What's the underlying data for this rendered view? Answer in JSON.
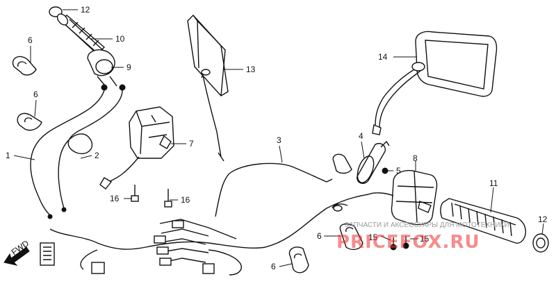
{
  "callouts": [
    {
      "id": "c12a",
      "text": "12"
    },
    {
      "id": "c10",
      "text": "10"
    },
    {
      "id": "c6a",
      "text": "6"
    },
    {
      "id": "c9",
      "text": "9"
    },
    {
      "id": "c6b",
      "text": "6"
    },
    {
      "id": "c1",
      "text": "1"
    },
    {
      "id": "c2",
      "text": "2"
    },
    {
      "id": "c7",
      "text": "7"
    },
    {
      "id": "c16a",
      "text": "16"
    },
    {
      "id": "c16b",
      "text": "16"
    },
    {
      "id": "c13",
      "text": "13"
    },
    {
      "id": "c3",
      "text": "3"
    },
    {
      "id": "c14",
      "text": "14"
    },
    {
      "id": "c4",
      "text": "4"
    },
    {
      "id": "c5",
      "text": "5"
    },
    {
      "id": "c8",
      "text": "8"
    },
    {
      "id": "c11",
      "text": "11"
    },
    {
      "id": "c12b",
      "text": "12"
    },
    {
      "id": "c6c",
      "text": "6"
    },
    {
      "id": "c15a",
      "text": "15"
    },
    {
      "id": "c15b",
      "text": "15"
    },
    {
      "id": "c6d",
      "text": "6"
    }
  ],
  "fwd_label": "FWD",
  "watermark": {
    "caption": "ЗАПЧАСТИ И АКСЕССУАРЫ ДЛЯ МОТОТЕХНИКИ",
    "brand": "PRICEFOX.RU"
  }
}
